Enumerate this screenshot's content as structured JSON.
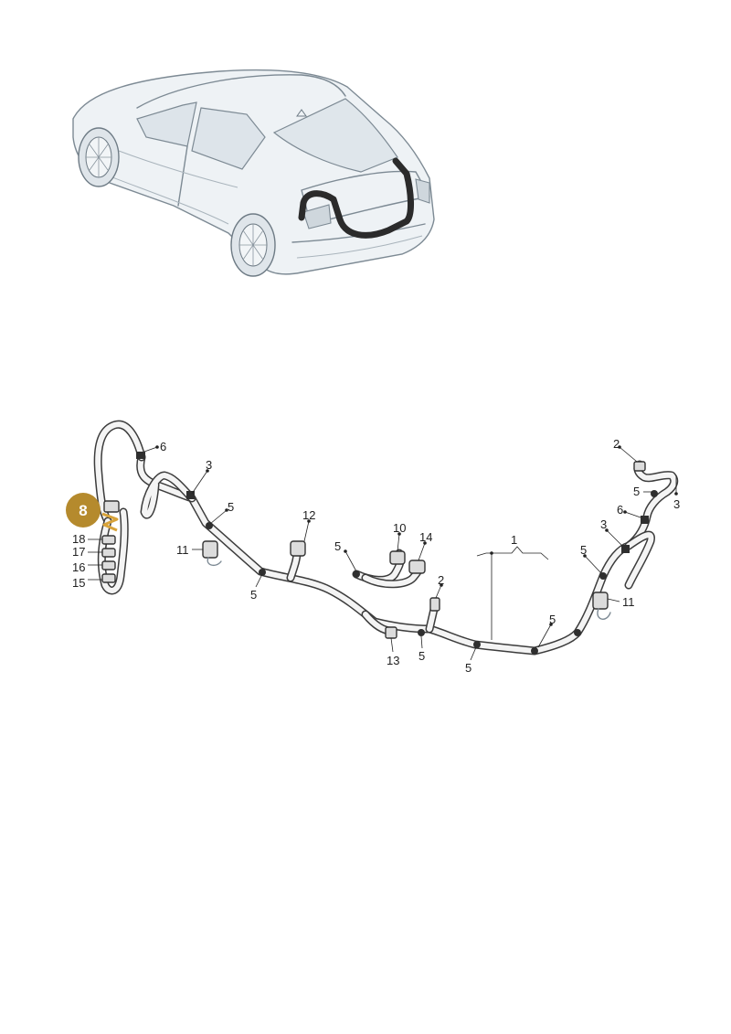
{
  "diagram": {
    "highlighted_part": {
      "number": "8",
      "color": "#b58a2d"
    },
    "accent_harness_color": "#d8a33a",
    "callouts": [
      {
        "id": "c6a",
        "label": "6"
      },
      {
        "id": "c3a",
        "label": "3"
      },
      {
        "id": "c5a",
        "label": "5"
      },
      {
        "id": "c11a",
        "label": "11"
      },
      {
        "id": "c18",
        "label": "18"
      },
      {
        "id": "c17",
        "label": "17"
      },
      {
        "id": "c16",
        "label": "16"
      },
      {
        "id": "c15",
        "label": "15"
      },
      {
        "id": "c5b",
        "label": "5"
      },
      {
        "id": "c12",
        "label": "12"
      },
      {
        "id": "c5c",
        "label": "5"
      },
      {
        "id": "c10",
        "label": "10"
      },
      {
        "id": "c14",
        "label": "14"
      },
      {
        "id": "c2a",
        "label": "2"
      },
      {
        "id": "c13",
        "label": "13"
      },
      {
        "id": "c5d",
        "label": "5"
      },
      {
        "id": "c5e",
        "label": "5"
      },
      {
        "id": "c1",
        "label": "1"
      },
      {
        "id": "c5f",
        "label": "5"
      },
      {
        "id": "c11b",
        "label": "11"
      },
      {
        "id": "c5g",
        "label": "5"
      },
      {
        "id": "c3b",
        "label": "3"
      },
      {
        "id": "c6b",
        "label": "6"
      },
      {
        "id": "c5h",
        "label": "5"
      },
      {
        "id": "c3c",
        "label": "3"
      },
      {
        "id": "c2b",
        "label": "2"
      }
    ]
  }
}
